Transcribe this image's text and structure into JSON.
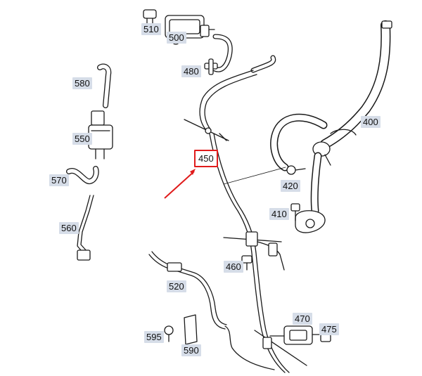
{
  "labels": {
    "p510": "510",
    "p500": "500",
    "p480": "480",
    "p580": "580",
    "p550": "550",
    "p570": "570",
    "p560": "560",
    "p450": "450",
    "p400": "400",
    "p420": "420",
    "p410": "410",
    "p460": "460",
    "p520": "520",
    "p470": "470",
    "p475": "475",
    "p595": "595",
    "p590": "590"
  },
  "highlight": {
    "part": "450",
    "color": "#e01b1b"
  },
  "colors": {
    "line": "#1a1a1a",
    "label_bg": "#d6dde8"
  }
}
